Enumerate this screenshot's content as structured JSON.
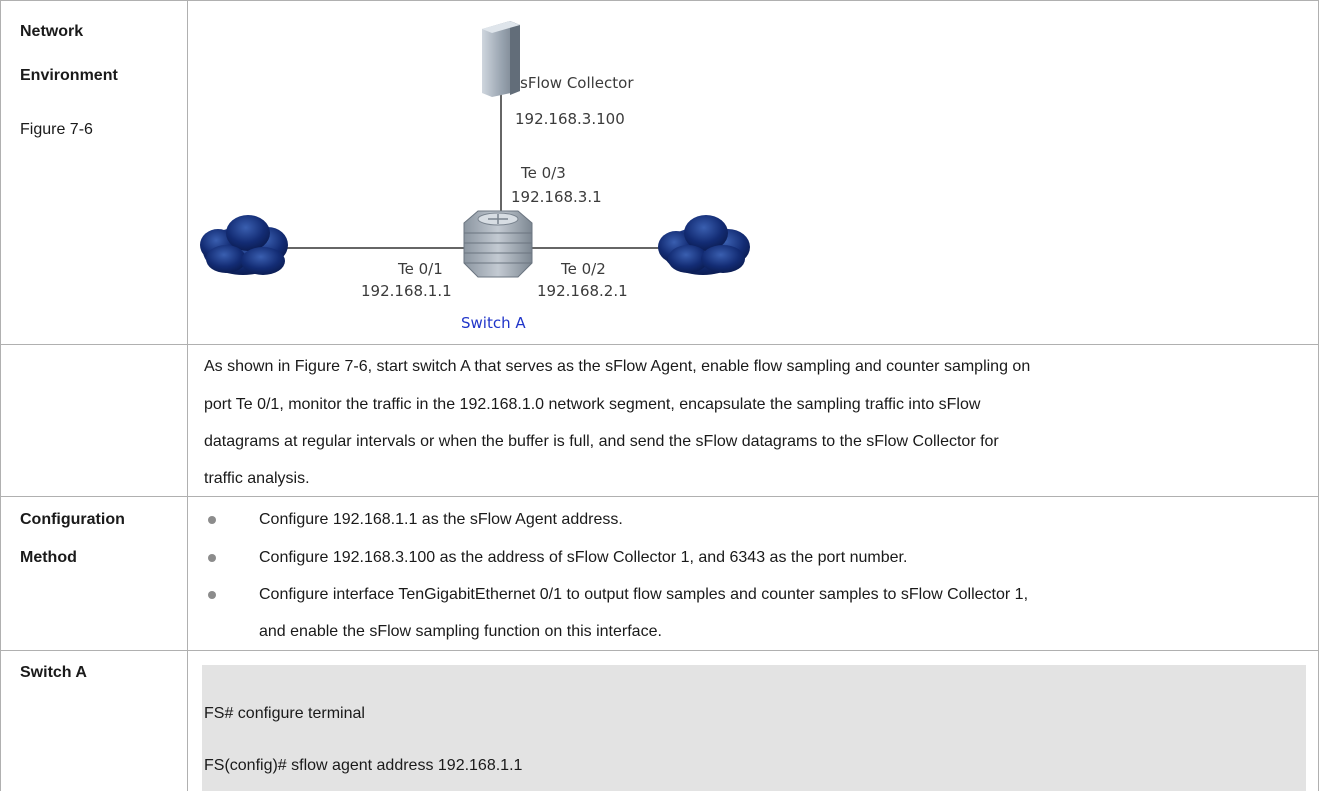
{
  "rows": {
    "network_env": {
      "label_line1": "Network",
      "label_line2": "Environment",
      "figure_ref": "Figure 7-6"
    },
    "description": {
      "lines": [
        "As shown in Figure 7-6, start switch A that serves as the sFlow Agent, enable flow sampling and counter sampling on",
        "port Te 0/1, monitor the traffic in the 192.168.1.0 network segment, encapsulate the sampling traffic into sFlow",
        "datagrams at regular intervals or when the buffer is full, and send the sFlow datagrams to the sFlow Collector for",
        "traffic analysis."
      ]
    },
    "config_method": {
      "label_line1": "Configuration",
      "label_line2": "Method",
      "bullets": [
        "Configure 192.168.1.1 as the sFlow Agent address.",
        "Configure 192.168.3.100 as the address of sFlow Collector 1, and 6343 as the port number.",
        "Configure interface TenGigabitEthernet 0/1 to output flow samples and counter samples to sFlow Collector 1,",
        "and enable the sFlow sampling function on this interface."
      ]
    },
    "switch_a": {
      "label": "Switch A",
      "code_lines": [
        "FS# configure terminal",
        "FS(config)# sflow agent address 192.168.1.1"
      ]
    }
  },
  "diagram": {
    "collector_name": "sFlow Collector",
    "collector_ip": "192.168.3.100",
    "uplink_port": "Te 0/3",
    "uplink_ip": "192.168.3.1",
    "left_port": "Te 0/1",
    "left_ip": "192.168.1.1",
    "right_port": "Te 0/2",
    "right_ip": "192.168.2.1",
    "switch_caption": "Switch A",
    "icons": [
      "server-icon",
      "switch-icon",
      "cloud-icon",
      "cloud-icon"
    ]
  }
}
